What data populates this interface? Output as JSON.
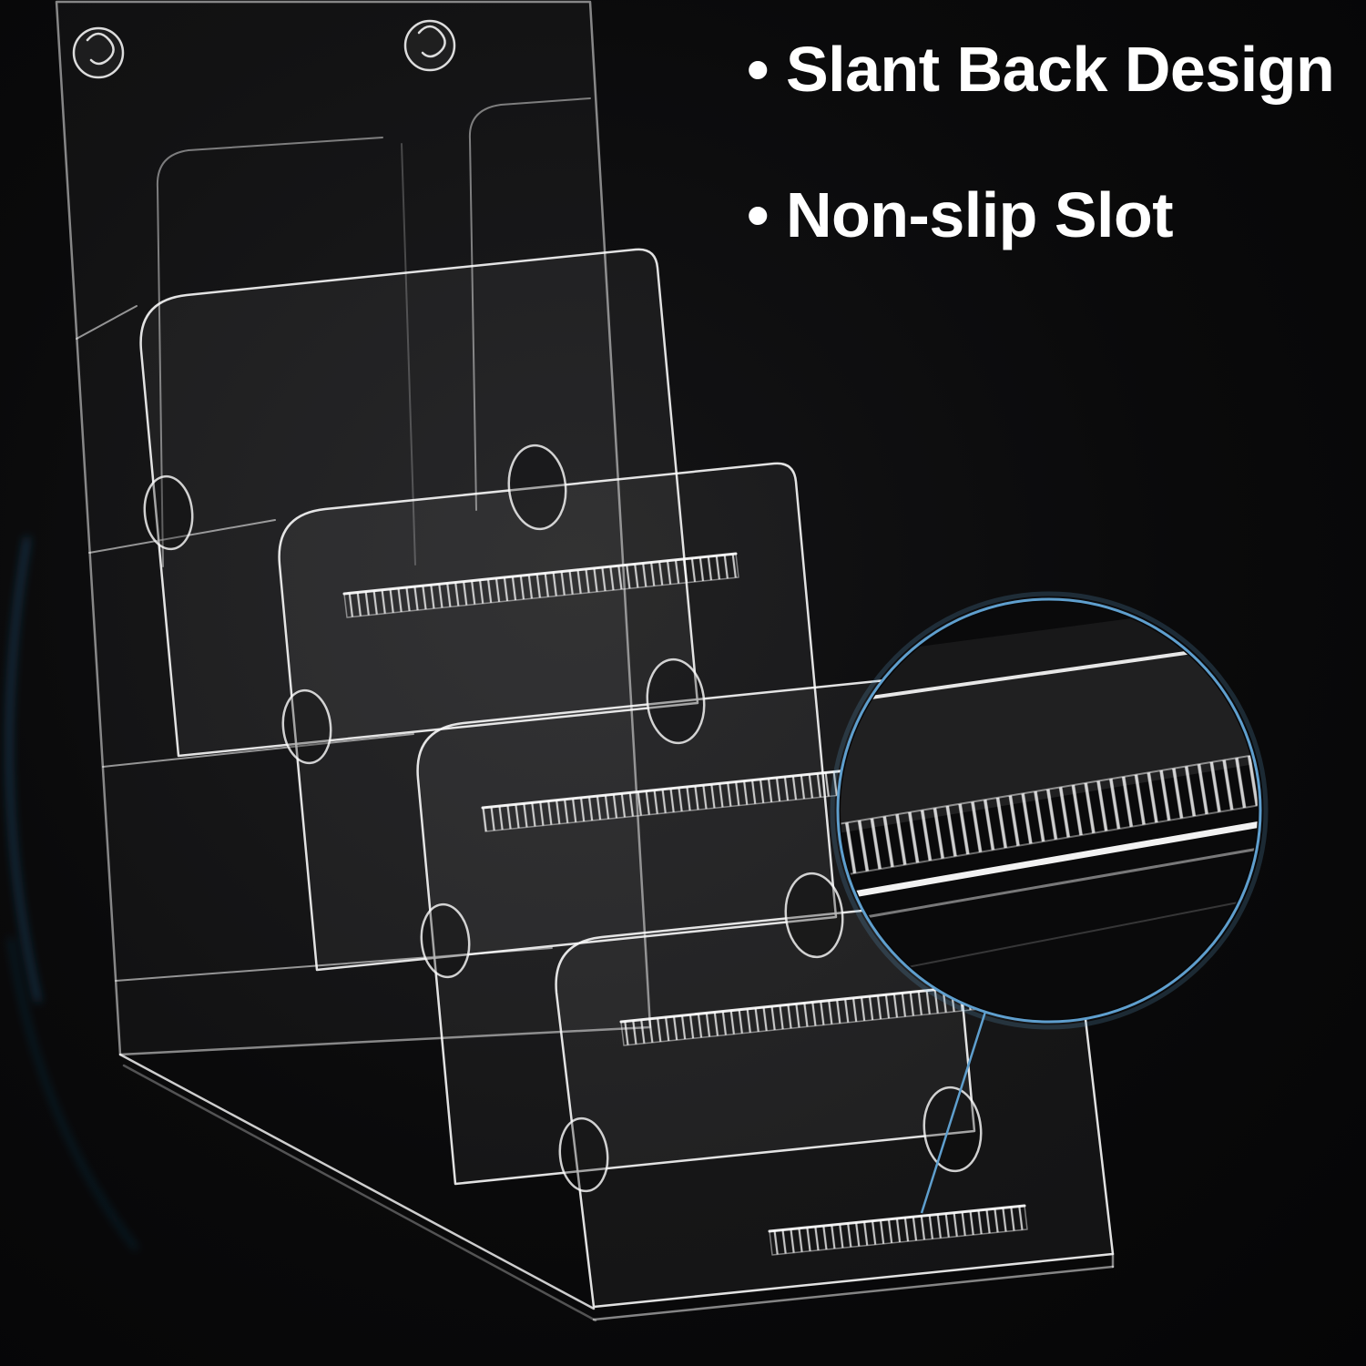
{
  "page": {
    "background_color": "#0a0a0b"
  },
  "headline": {
    "color": "#ffffff",
    "items": [
      {
        "label": "• Slant Back Design"
      },
      {
        "label": "• Non-slip Slot"
      }
    ]
  },
  "product": {
    "description": "Clear acrylic 4-tier slant-back brochure holder",
    "tier_count": "4",
    "edge_color": "#ffffff"
  },
  "callout": {
    "name": "non-slip-slot-closeup",
    "ring_color": "#5f9fce",
    "connector_color": "#5f9fce"
  }
}
